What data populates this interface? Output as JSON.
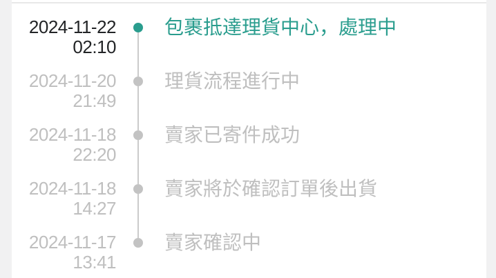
{
  "page": {
    "background_color": "#f1f1f2",
    "card_color": "#ffffff",
    "divider_color": "#e8e8e8",
    "accent_color": "#2a9d8e",
    "inactive_text_color": "#bfbfbf",
    "active_date_color": "#222426",
    "connector_color": "#cbcbcb"
  },
  "timeline": {
    "events": [
      {
        "date": "2024-11-22",
        "time": "02:10",
        "status": "包裹抵達理貨中心，處理中",
        "active": true
      },
      {
        "date": "2024-11-20",
        "time": "21:49",
        "status": "理貨流程進行中",
        "active": false
      },
      {
        "date": "2024-11-18",
        "time": "22:20",
        "status": "賣家已寄件成功",
        "active": false
      },
      {
        "date": "2024-11-18",
        "time": "14:27",
        "status": "賣家將於確認訂單後出貨",
        "active": false
      },
      {
        "date": "2024-11-17",
        "time": "13:41",
        "status": "賣家確認中",
        "active": false
      }
    ]
  }
}
